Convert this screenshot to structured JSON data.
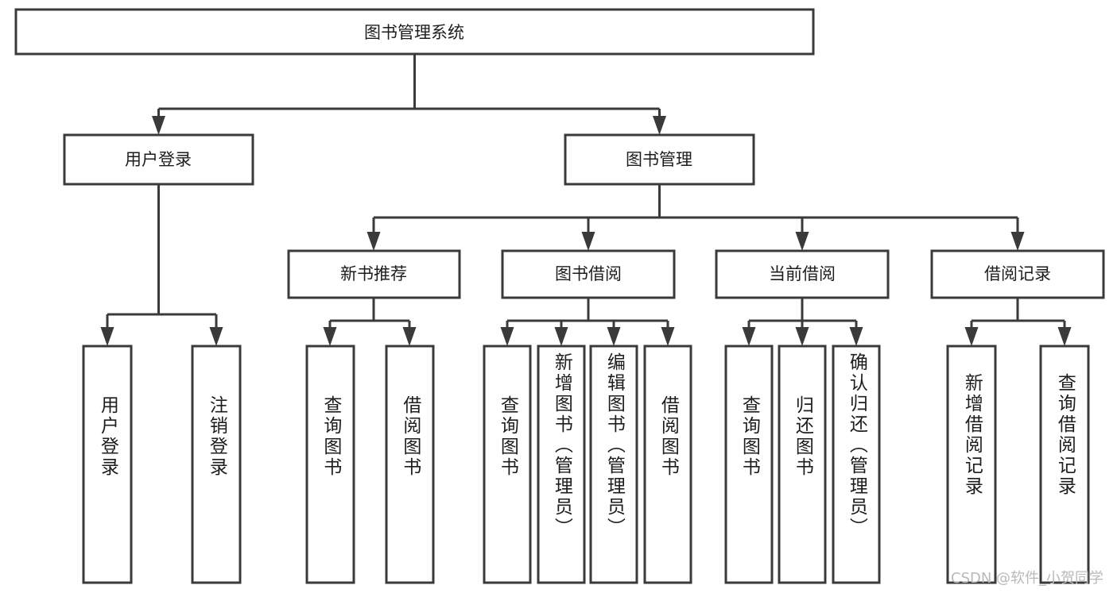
{
  "diagram": {
    "title": "图书管理系统",
    "type": "tree-hierarchy",
    "background_color": "#ffffff",
    "box_border_color": "#3a3a3a",
    "text_color": "#1d1d1d"
  },
  "nodes": {
    "root": {
      "label": "图书管理系统"
    },
    "level2": [
      {
        "id": "user-login",
        "label": "用户登录"
      },
      {
        "id": "book-manage",
        "label": "图书管理"
      }
    ],
    "level3": [
      {
        "id": "new-book-rec",
        "label": "新书推荐"
      },
      {
        "id": "book-borrow",
        "label": "图书借阅"
      },
      {
        "id": "current-borrow",
        "label": "当前借阅"
      },
      {
        "id": "borrow-record",
        "label": "借阅记录"
      }
    ],
    "level4": [
      {
        "id": "leaf-user-login",
        "label": "用户登录",
        "parent": "user-login"
      },
      {
        "id": "leaf-user-logout",
        "label": "注销登录",
        "parent": "user-login"
      },
      {
        "id": "leaf-query-book-1",
        "label": "查询图书",
        "parent": "new-book-rec"
      },
      {
        "id": "leaf-borrow-book-1",
        "label": "借阅图书",
        "parent": "new-book-rec"
      },
      {
        "id": "leaf-query-book-2",
        "label": "查询图书",
        "parent": "book-borrow"
      },
      {
        "id": "leaf-add-book",
        "label": "新增图书（管理员）",
        "parent": "book-borrow"
      },
      {
        "id": "leaf-edit-book",
        "label": "编辑图书（管理员）",
        "parent": "book-borrow"
      },
      {
        "id": "leaf-borrow-book-2",
        "label": "借阅图书",
        "parent": "book-borrow"
      },
      {
        "id": "leaf-query-book-3",
        "label": "查询图书",
        "parent": "current-borrow"
      },
      {
        "id": "leaf-return-book",
        "label": "归还图书",
        "parent": "current-borrow"
      },
      {
        "id": "leaf-confirm-return",
        "label": "确认归还（管理员）",
        "parent": "current-borrow"
      },
      {
        "id": "leaf-add-record",
        "label": "新增借阅记录",
        "parent": "borrow-record"
      },
      {
        "id": "leaf-query-record",
        "label": "查询借阅记录",
        "parent": "borrow-record"
      }
    ]
  },
  "watermark": {
    "text": "CSDN @软件_小贺同学"
  }
}
